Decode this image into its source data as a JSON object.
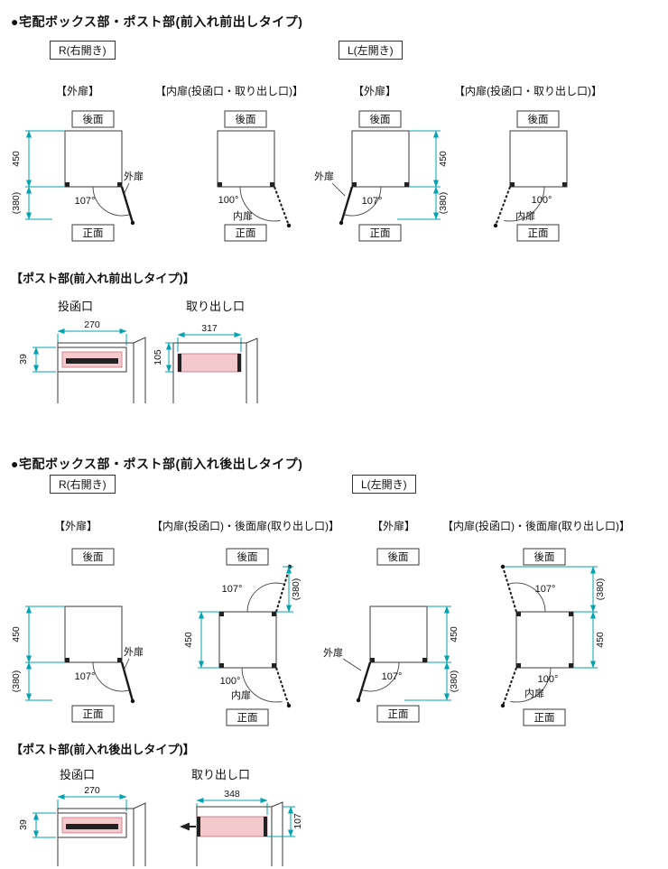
{
  "sec1": {
    "title": "●宅配ボックス部・ポスト部(前入れ前出しタイプ)",
    "r": "R(右開き)",
    "l": "L(左開き)",
    "h_outer1": "【外扉】",
    "h_inner1": "【内扉(投函口・取り出し口)】",
    "h_outer2": "【外扉】",
    "h_inner2": "【内扉(投函口・取り出し口)】"
  },
  "sec2": {
    "title": "●宅配ボックス部・ポスト部(前入れ後出しタイプ)",
    "r": "R(右開き)",
    "l": "L(左開き)",
    "h_outer1": "【外扉】",
    "h_inner1": "【内扉(投函口)・後面扉(取り出し口)】",
    "h_outer2": "【外扉】",
    "h_inner2": "【内扉(投函口)・後面扉(取り出し口)】"
  },
  "labels": {
    "back": "後面",
    "front": "正面",
    "outer_door": "外扉",
    "inner_door": "内扉",
    "outer_angle": "107°",
    "inner_angle": "100°",
    "depth": "450",
    "swing": "(380)"
  },
  "post1": {
    "title": "【ポスト部(前入れ前出しタイプ)】",
    "slot_label": "投函口",
    "slot_w": "270",
    "slot_h": "39",
    "out_label": "取り出し口",
    "out_w": "317",
    "out_h": "105"
  },
  "post2": {
    "title": "【ポスト部(前入れ後出しタイプ)】",
    "slot_label": "投函口",
    "slot_w": "270",
    "slot_h": "39",
    "out_label": "取り出し口",
    "out_w": "348",
    "out_h": "107"
  },
  "colors": {
    "dimension_line": "#00a4b0",
    "drawing_line": "#3a3a3a",
    "slot_fill": "#f3c9ce"
  }
}
